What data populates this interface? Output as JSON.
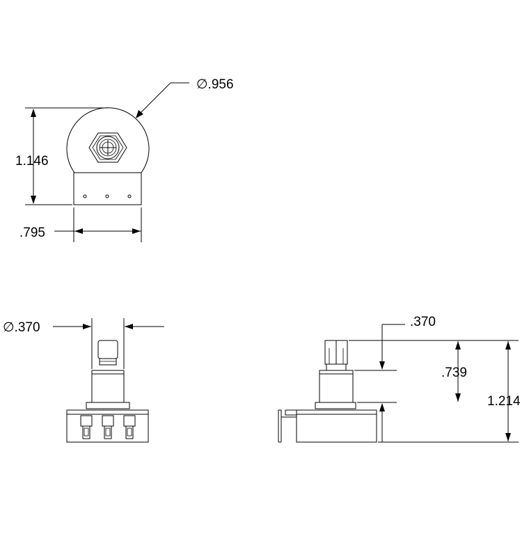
{
  "drawing": {
    "top_view": {
      "diameter_label": "∅.956",
      "height_label": "1.146",
      "width_label": ".795"
    },
    "front_view": {
      "shaft_diameter_label": "∅.370"
    },
    "side_view": {
      "cap_label": ".370",
      "shaft_label": ".739",
      "overall_label": "1.214"
    }
  }
}
